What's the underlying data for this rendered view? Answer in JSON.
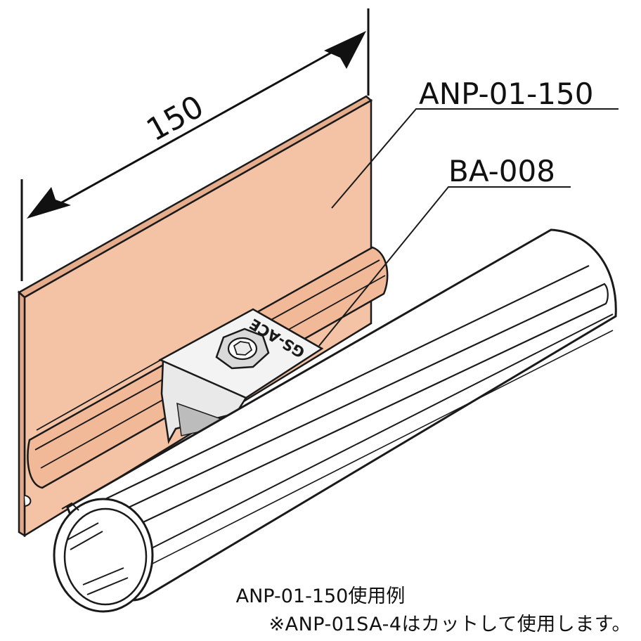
{
  "diagram": {
    "dimension_label": "150",
    "part_labels": {
      "plate": "ANP-01-150",
      "bracket": "BA-008"
    },
    "stamp_text": "GS-ACE",
    "caption_line1": "ANP-01-150使用例",
    "caption_line2": "※ANP-01SA-4はカットして使用します。",
    "colors": {
      "plate": "#f4c3a6",
      "plate_edge": "#e0a788",
      "pipe": "#ffffff",
      "metal": "#f0f0f0",
      "line": "#1a1a1a"
    }
  }
}
